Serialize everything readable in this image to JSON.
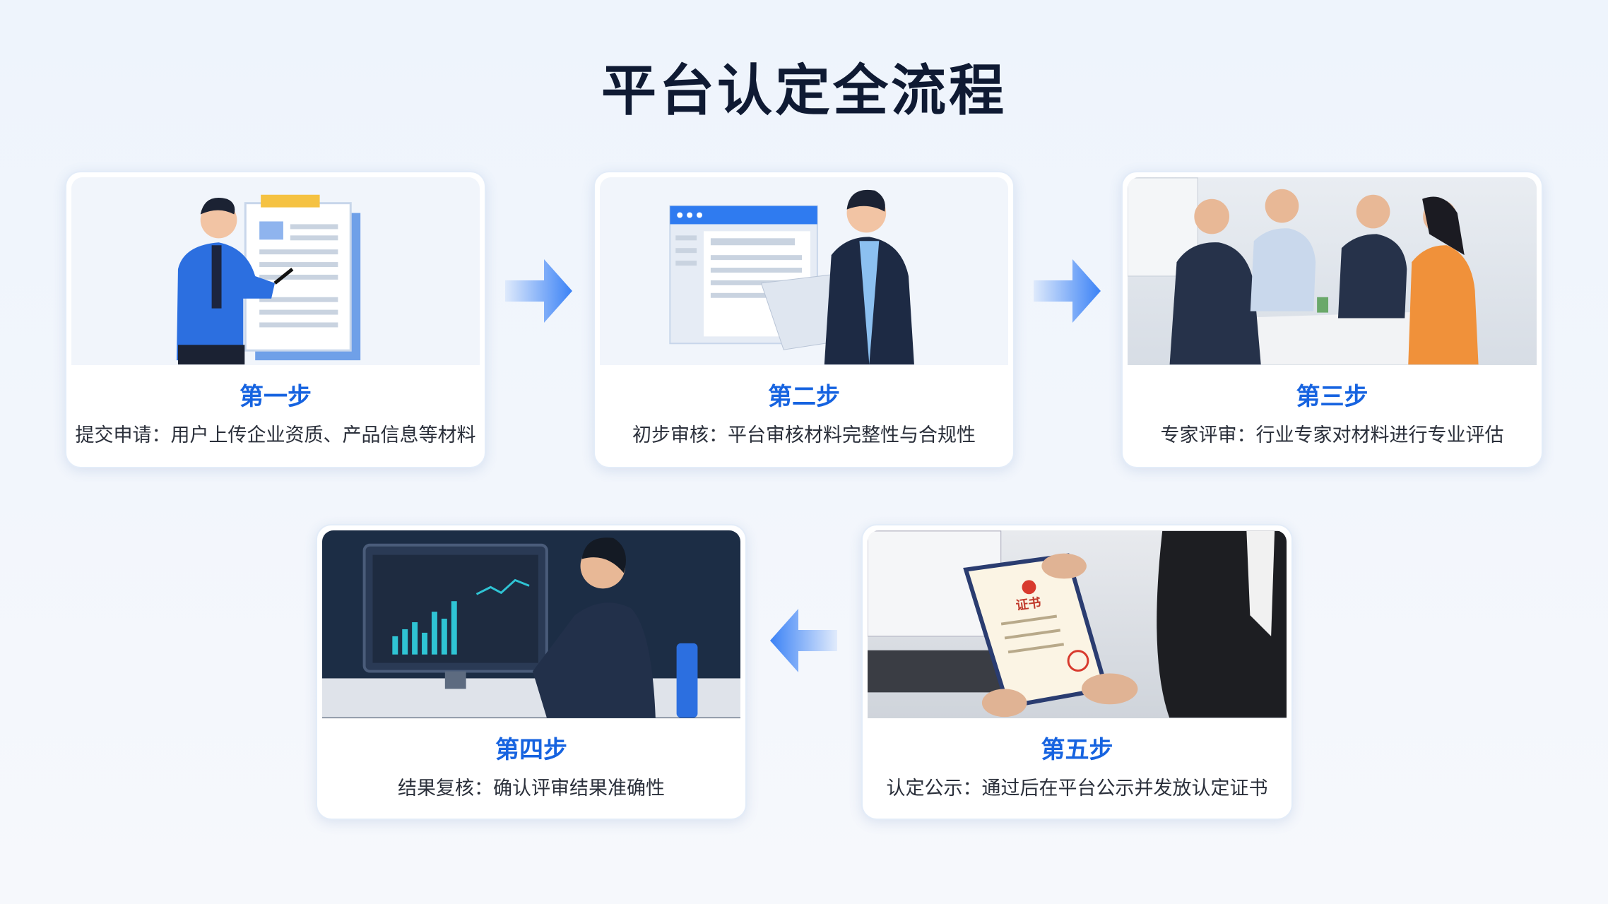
{
  "title": "平台认定全流程",
  "steps": [
    {
      "label": "第一步",
      "desc": "提交申请：用户上传企业资质、产品信息等材料",
      "image": "person-with-document"
    },
    {
      "label": "第二步",
      "desc": "初步审核：平台审核材料完整性与合规性",
      "image": "person-reviewing-web-page"
    },
    {
      "label": "第三步",
      "desc": "专家评审：行业专家对材料进行专业评估",
      "image": "expert-meeting"
    },
    {
      "label": "第四步",
      "desc": "结果复核：确认评审结果准确性",
      "image": "analyst-at-dashboard"
    },
    {
      "label": "第五步",
      "desc": "认定公示：通过后在平台公示并发放认定证书",
      "image": "certificate-handover"
    }
  ],
  "certificate_text": "证书",
  "colors": {
    "accent": "#1663e0",
    "title": "#0f1a33",
    "arrow": "#3b82f6"
  }
}
